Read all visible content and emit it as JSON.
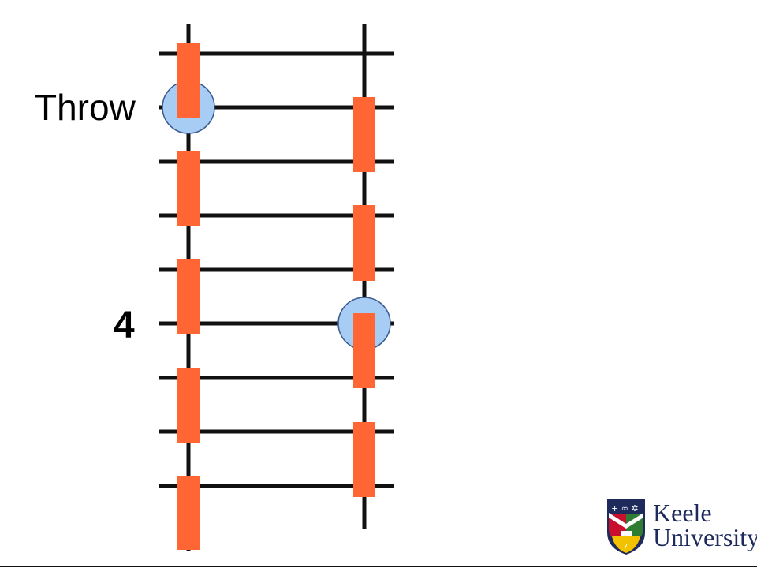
{
  "diagram": {
    "labels": {
      "throw": "Throw",
      "number": "4"
    },
    "colors": {
      "line": "#111111",
      "bar": "#ff6633",
      "highlight": "#a8cdf5",
      "highlight_stroke": "#3a5a90",
      "bottom_rule": "#111111"
    }
  },
  "logo": {
    "line1": "Keele",
    "line2": "University",
    "text_color": "#1d2a5b",
    "shield_colors": {
      "top": "#1d2a5b",
      "left": "#c8102e",
      "right": "#2e7d32",
      "bottom": "#f2c200"
    }
  }
}
